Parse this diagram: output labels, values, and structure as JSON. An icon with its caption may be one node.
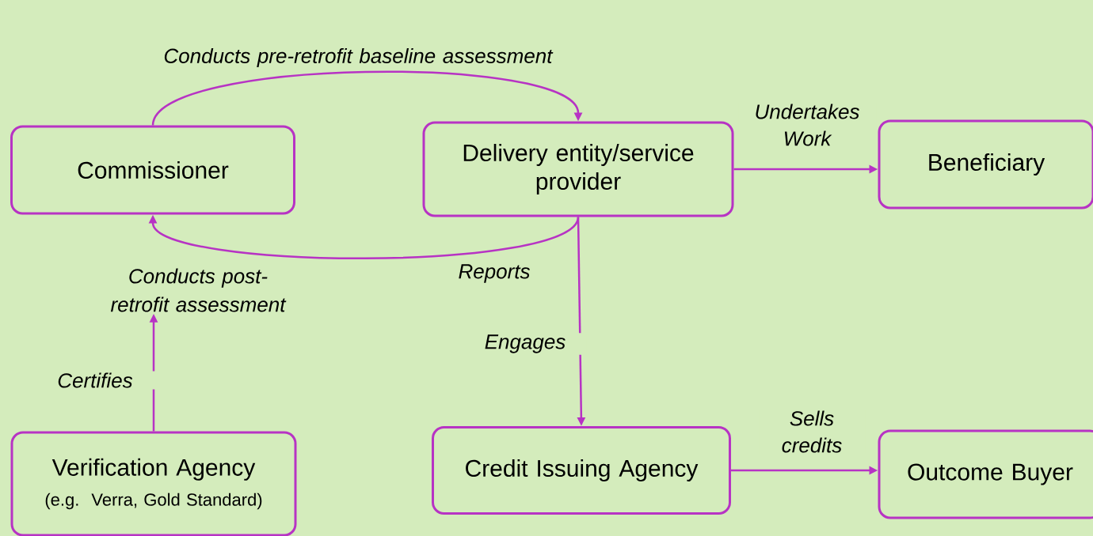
{
  "diagram": {
    "nodes": [
      {
        "text": [
          "Commissioner"
        ]
      },
      {
        "text": [
          "Delivery entity/service provider"
        ]
      },
      {
        "text": [
          "Beneficiary"
        ]
      },
      {
        "text": [
          "Conducts post-retrofit assessment"
        ]
      },
      {
        "text": [
          "Verification Agency",
          "(e.g. Verra, Gold Standard)"
        ]
      },
      {
        "text": [
          "Credit Issuing Agency"
        ]
      },
      {
        "text": [
          "Outcome Buyer"
        ]
      }
    ],
    "edges": [
      {
        "from": 0,
        "to": 1,
        "arrow": "to",
        "label": "Conducts pre-retrofit baseline assessment"
      },
      {
        "from": 1,
        "to": 0,
        "arrow": "to",
        "label": "Reports"
      },
      {
        "from": 1,
        "to": 2,
        "arrow": "to",
        "label": "Undertakes Work"
      },
      {
        "from": 1,
        "to": 5,
        "arrow": "to",
        "label": "Engages"
      },
      {
        "from": 5,
        "to": 6,
        "arrow": "to",
        "label": "Sells credits"
      },
      {
        "from": 4,
        "to": 3,
        "arrow": "to",
        "label": "Certifies"
      }
    ]
  }
}
